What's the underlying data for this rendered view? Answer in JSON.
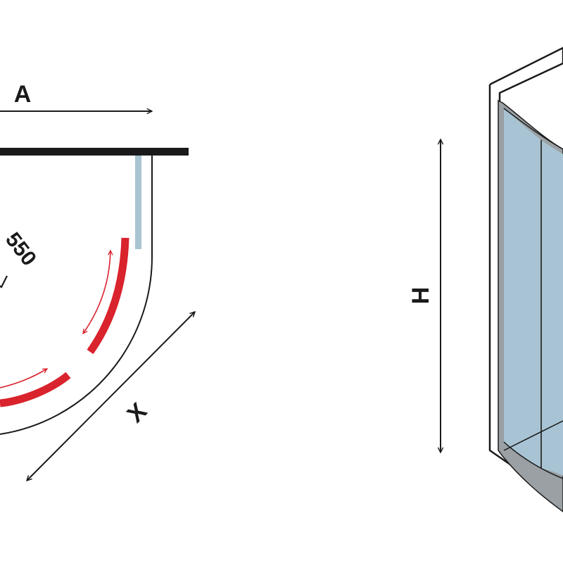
{
  "labels": {
    "width_a": "A",
    "radius": "550",
    "diagonal_x": "X",
    "height_h": "H"
  },
  "colors": {
    "wall": "#1a1a1a",
    "outline": "#1a1a1a",
    "door_panel": "#d9232d",
    "fixed_panel": "#a9c3d1",
    "glass": "#a8c4d4",
    "frame": "#9aa0a4",
    "background": "#ffffff"
  }
}
